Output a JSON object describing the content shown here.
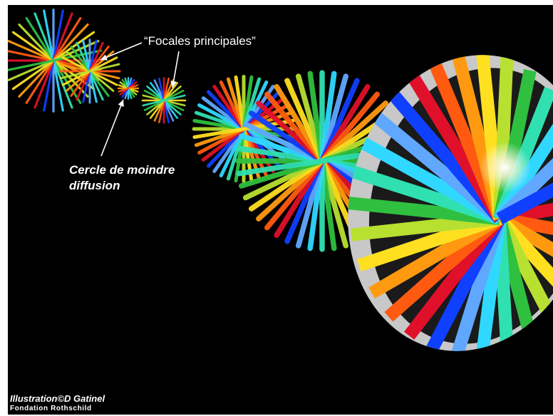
{
  "annotations": {
    "principal_foci": "“Focales principales”",
    "least_confusion_line1": "Cercle de moindre",
    "least_confusion_line2": "diffusion"
  },
  "credits": {
    "line1": "Illustration©D Gatinel",
    "line2": "Fondation Rothschild"
  },
  "colors": {
    "background": "#000000",
    "text": "#ffffff",
    "lens_surface": "#c8c8c8",
    "spectrum": [
      "#e0102a",
      "#ff5a10",
      "#ff9a10",
      "#ffe020",
      "#b8e030",
      "#30c040",
      "#30e0b0",
      "#30d8ff",
      "#60a8ff",
      "#1040ff"
    ]
  }
}
